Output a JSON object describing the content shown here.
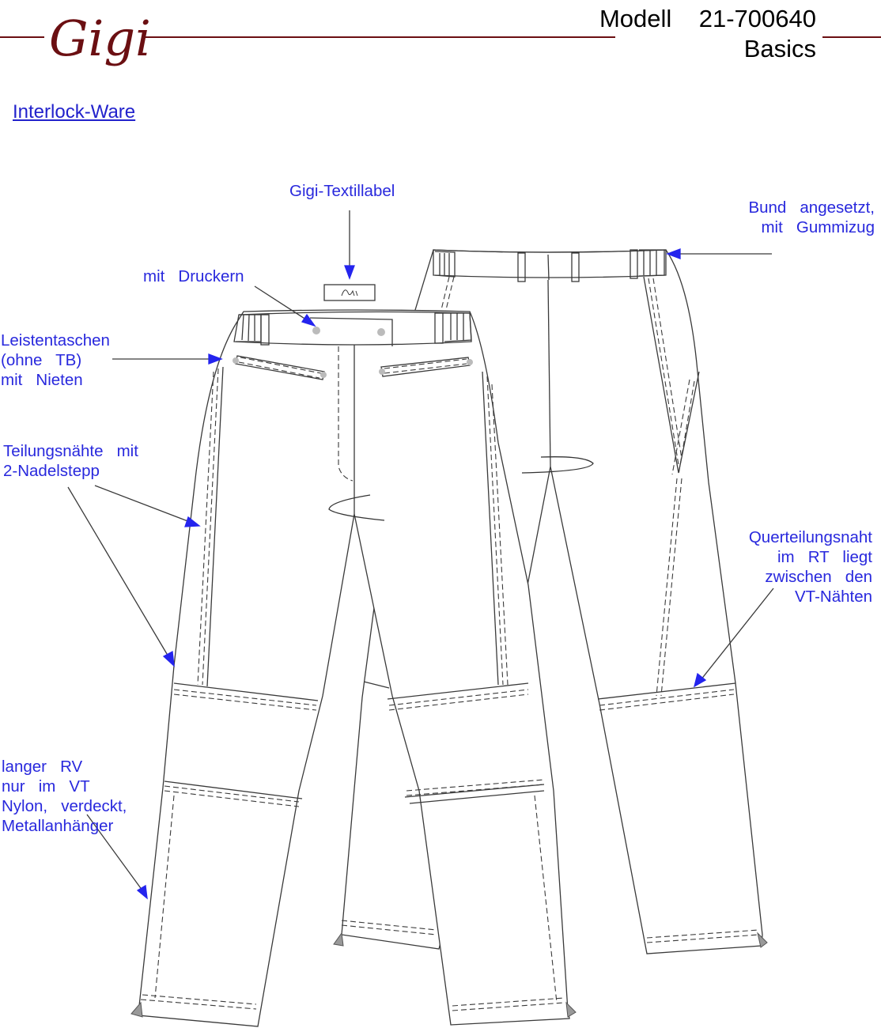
{
  "header": {
    "logo_text": "Gigi",
    "model_label": "Modell",
    "model_number": "21-700640",
    "collection": "Basics"
  },
  "fabric_note": "Interlock-Ware",
  "annotations": {
    "textile_label": "Gigi-Textillabel",
    "waistband": "Bund   angesetzt,\nmit   Gummizug",
    "press_studs": "mit   Druckern",
    "welt_pockets": "Leistentaschen\n(ohne   TB)\nmit   Nieten",
    "division_seams": "Teilungsnähte   mit\n2-Nadelstepp",
    "cross_seam": "Querteilungsnaht\nim   RT   liegt\nzwischen   den\nVT-Nähten",
    "zipper": "langer   RV\nnur   im   VT\nNylon,   verdeckt,\nMetallanhänger"
  },
  "colors": {
    "annotation": "#2828dd",
    "logo_rule": "#6b0f12",
    "linework": "#3a3a3a"
  }
}
